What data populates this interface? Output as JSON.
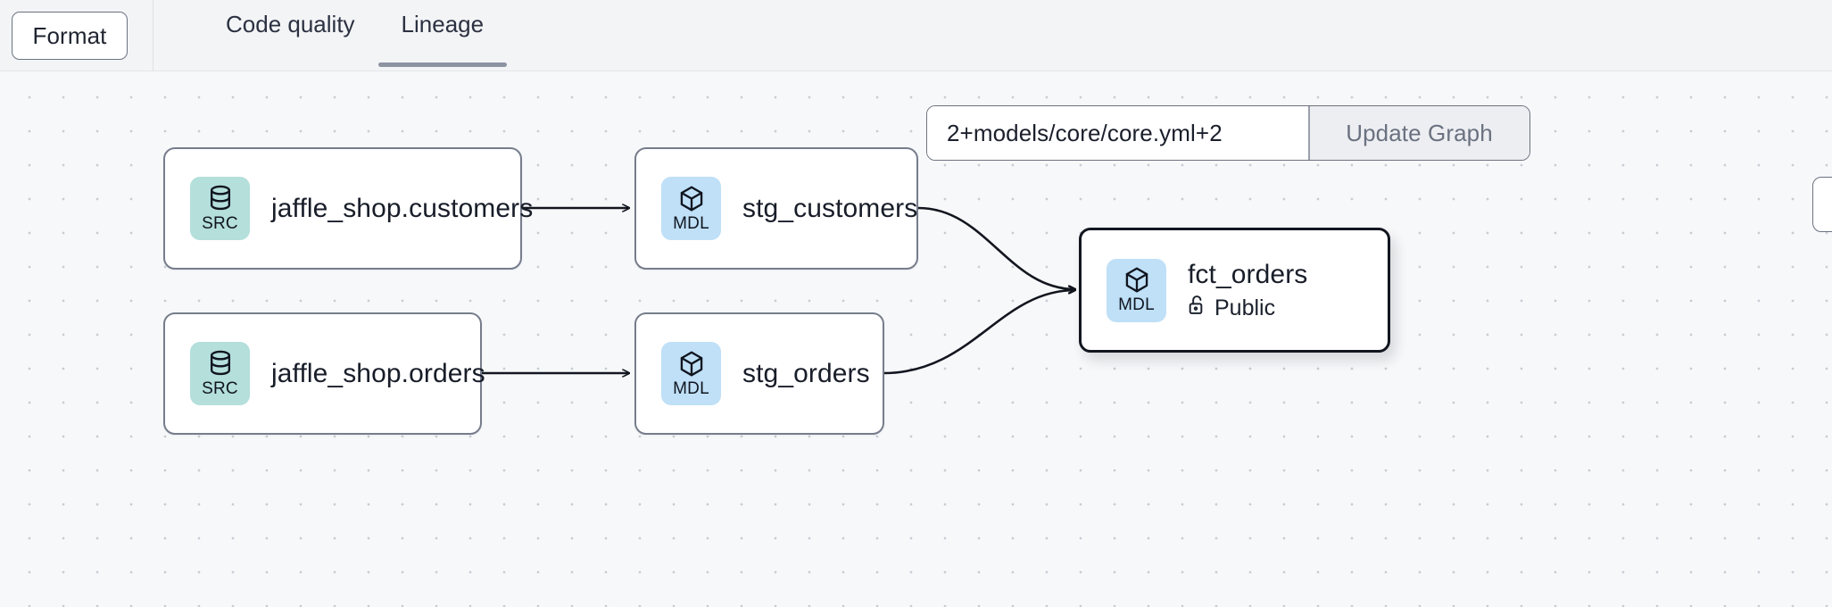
{
  "toolbar": {
    "format_button_label": "Format",
    "tabs": [
      {
        "label": "Code quality",
        "active": false
      },
      {
        "label": "Lineage",
        "active": true
      }
    ]
  },
  "graph_controls": {
    "selector_value": "2+models/core/core.yml+2",
    "selector_placeholder": "Enter a selector",
    "update_button_label": "Update Graph"
  },
  "lineage": {
    "nodes": [
      {
        "id": "src-customers",
        "badge_label": "SRC",
        "badge_icon": "database-icon",
        "badge_color": "#b4dfdb",
        "title": "jaffle_shop.customers",
        "selected": false
      },
      {
        "id": "src-orders",
        "badge_label": "SRC",
        "badge_icon": "database-icon",
        "badge_color": "#b4dfdb",
        "title": "jaffle_shop.orders",
        "selected": false
      },
      {
        "id": "stg-customers",
        "badge_label": "MDL",
        "badge_icon": "cube-icon",
        "badge_color": "#bfe0f7",
        "title": "stg_customers",
        "selected": false
      },
      {
        "id": "stg-orders",
        "badge_label": "MDL",
        "badge_icon": "cube-icon",
        "badge_color": "#bfe0f7",
        "title": "stg_orders",
        "selected": false
      },
      {
        "id": "fct-orders",
        "badge_label": "MDL",
        "badge_icon": "cube-icon",
        "badge_color": "#bfe0f7",
        "title": "fct_orders",
        "access_label": "Public",
        "access_icon": "unlock-icon",
        "selected": true
      }
    ],
    "edges": [
      {
        "from": "src-customers",
        "to": "stg-customers"
      },
      {
        "from": "src-orders",
        "to": "stg-orders"
      },
      {
        "from": "stg-customers",
        "to": "fct-orders"
      },
      {
        "from": "stg-orders",
        "to": "fct-orders"
      }
    ]
  },
  "colors": {
    "canvas_background": "#f7f8fa",
    "dot_grid": "#c8ccd4",
    "node_border": "#767d8c",
    "node_border_selected": "#12161f",
    "toolbar_background": "#f3f4f6",
    "edge_stroke": "#12161f",
    "tab_underline": "#8c93a1"
  }
}
